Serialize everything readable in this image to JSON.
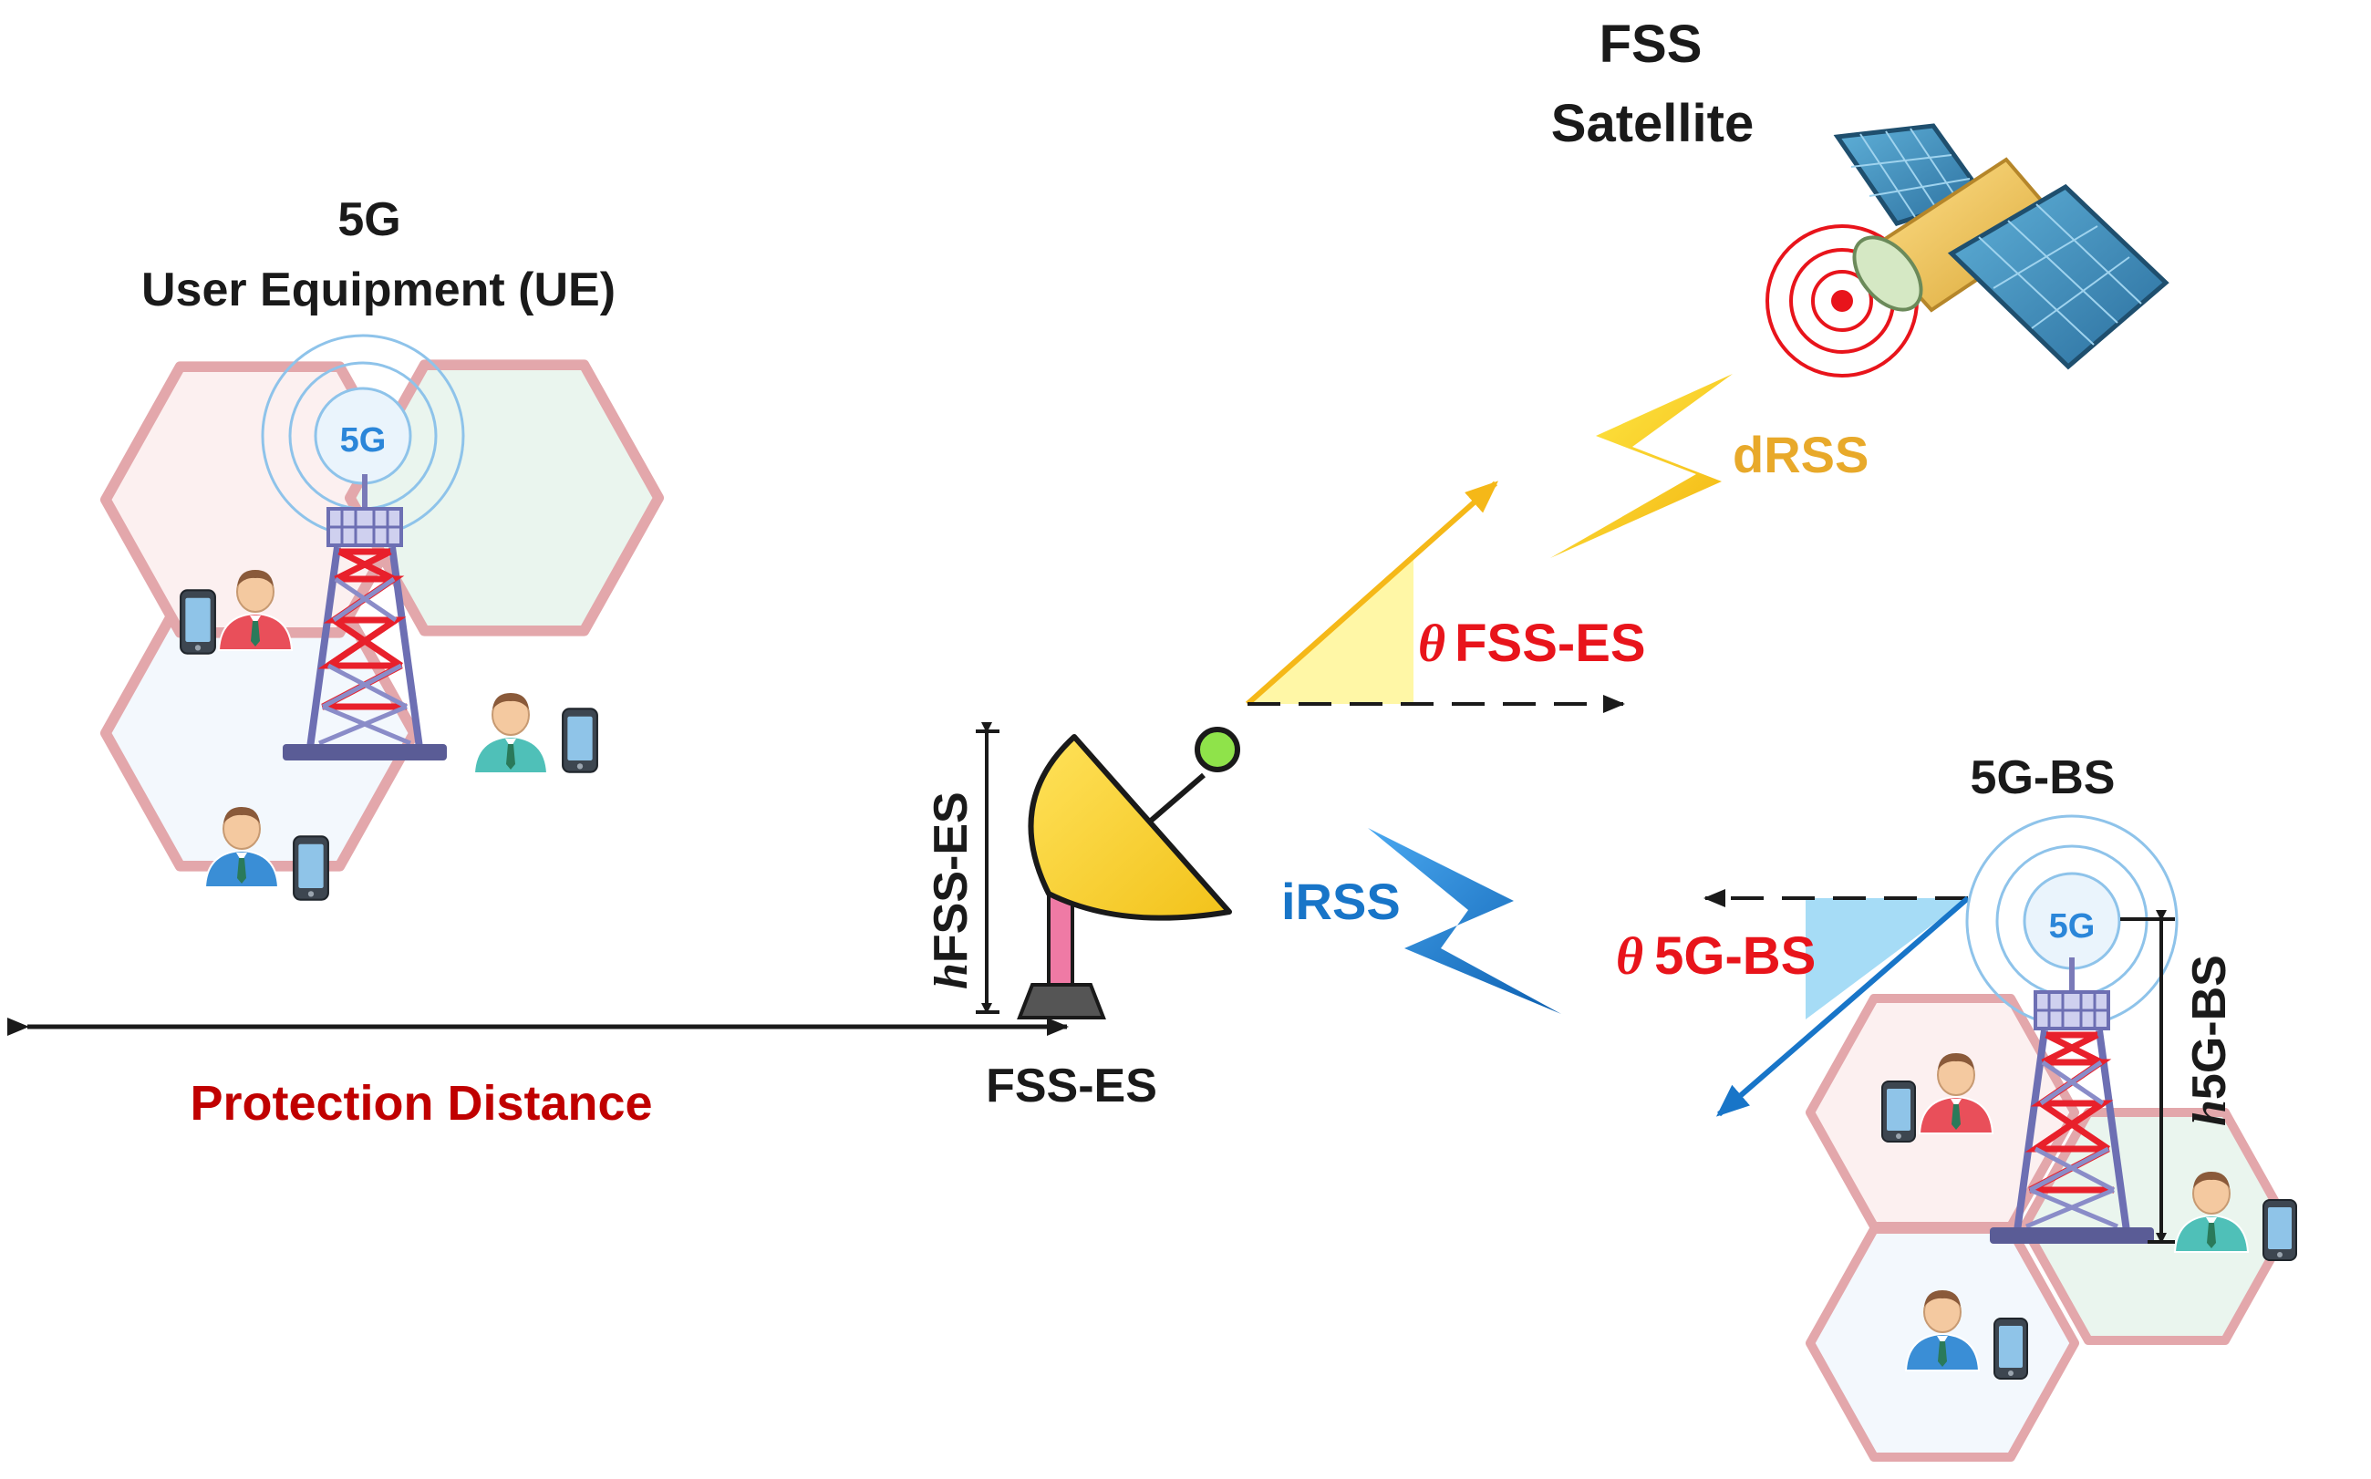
{
  "labels": {
    "satellite_line1": "FSS",
    "satellite_line2": "Satellite",
    "ue_line1": "5G",
    "ue_line2": "User Equipment (UE)",
    "tower_badge": "5G",
    "bs_badge": "5G",
    "drss": "dRSS",
    "theta_symbol": "θ",
    "theta_fss": "FSS-ES",
    "theta_5g": "5G-BS",
    "bs_title": "5G-BS",
    "irss": "iRSS",
    "h_symbol": "h",
    "h_fss": "FSS-ES",
    "h_5g": "5G-BS",
    "fss_es": "FSS-ES",
    "protection_distance": "Protection Distance"
  },
  "colors": {
    "red_label": "#e8141b",
    "dark_red": "#c00000",
    "yellow": "#f5c518",
    "blue": "#1875c8",
    "gold_text": "#e8a92a",
    "black": "#1a1a1a"
  }
}
